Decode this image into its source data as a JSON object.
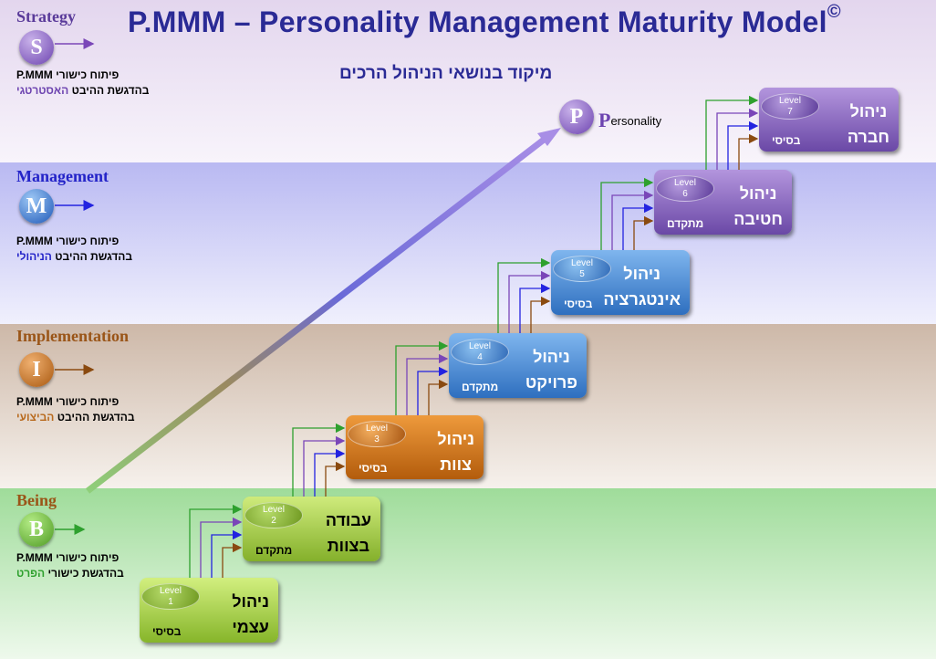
{
  "title": "P.MMM – Personality Management Maturity Model",
  "title_mark": "©",
  "subtitle": "מיקוד בנושאי הניהול הרכים",
  "colors": {
    "strategy": "#6d44b0",
    "management": "#2323c8",
    "implementation": "#9a5518",
    "being": "#2ea02e"
  },
  "bands": {
    "strategy": {
      "title": "Strategy",
      "letter": "S",
      "line1": "פיתוח כישורי  P.MMM",
      "line2_prefix": "בהדגשת ההיבט ",
      "line2_accent": "האסטרטגי"
    },
    "management": {
      "title": "Management",
      "letter": "M",
      "line1": "פיתוח כישורי  P.MMM",
      "line2_prefix": "בהדגשת ההיבט ",
      "line2_accent": "הניהולי"
    },
    "implementation": {
      "title": "Implementation",
      "letter": "I",
      "line1": "פיתוח כישורי  P.MMM",
      "line2_prefix": "בהדגשת ההיבט ",
      "line2_accent": "הביצועי"
    },
    "being": {
      "title": "Being",
      "letter": "B",
      "line1": "פיתוח כישורי  P.MMM",
      "line2_prefix": "בהדגשת כישורי ",
      "line2_accent": "הפרט"
    }
  },
  "personality": {
    "letter": "P",
    "first_letter": "P",
    "rest": "ersonality"
  },
  "levels": [
    {
      "level_label": "Level",
      "number": "1",
      "name1": "ניהול",
      "name2": "עצמי",
      "tag": "בסיסי"
    },
    {
      "level_label": "Level",
      "number": "2",
      "name1": "עבודה",
      "name2": "בצוות",
      "tag": "מתקדם"
    },
    {
      "level_label": "Level",
      "number": "3",
      "name1": "ניהול",
      "name2": "צוות",
      "tag": "בסיסי"
    },
    {
      "level_label": "Level",
      "number": "4",
      "name1": "ניהול",
      "name2": "פרויקט",
      "tag": "מתקדם"
    },
    {
      "level_label": "Level",
      "number": "5",
      "name1": "ניהול",
      "name2": "אינטגרציה",
      "tag": "בסיסי"
    },
    {
      "level_label": "Level",
      "number": "6",
      "name1": "ניהול",
      "name2": "חטיבה",
      "tag": "מתקדם"
    },
    {
      "level_label": "Level",
      "number": "7",
      "name1": "ניהול",
      "name2": "חברה",
      "tag": "בסיסי"
    }
  ]
}
